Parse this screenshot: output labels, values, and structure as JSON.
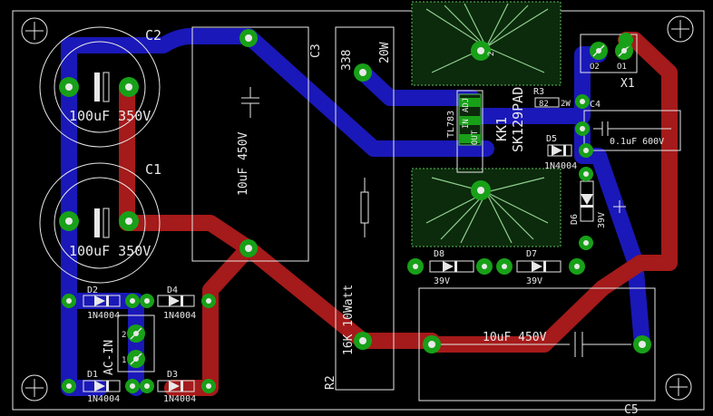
{
  "labels": {
    "c2_name": "C2",
    "c2_value": "100uF 350V",
    "c1_name": "C1",
    "c1_value": "100uF 350V",
    "c3_name": "C3",
    "c3_value": "10uF 450V",
    "r338": "338",
    "r20w": "20W",
    "r2_name": "R2",
    "r2_value": "16K 10Watt",
    "tl783": "TL783",
    "pin_adj": "ADJ",
    "pin_in": "IN",
    "pin_out": "OUT",
    "kk1": "KK1",
    "sk129pad": "SK129PAD",
    "r3_name": "R3",
    "r3_value": "82",
    "pin_2w": "2W",
    "c4_name": "C4",
    "c4_value": "0.1uF 600V",
    "d5_name": "D5",
    "d5_value": "1N4004",
    "d6_name": "D6",
    "d6_value": "39V",
    "x1_name": "X1",
    "x1_pin1": "O2",
    "x1_pin2": "O1",
    "d8_name": "D8",
    "d8_value": "39V",
    "d7_name": "D7",
    "d7_value": "39V",
    "c5_name": "C5",
    "c5_value": "10uF 450V",
    "d2_name": "D2",
    "d2_value": "1N4004",
    "d4_name": "D4",
    "d4_value": "1N4004",
    "d1_name": "D1",
    "d1_value": "1N4004",
    "d3_name": "D3",
    "d3_value": "1N4004",
    "acin": "AC-IN",
    "acin_pin2": "2",
    "acin_pin1": "1",
    "pin_2": "2"
  },
  "colors": {
    "background": "#000000",
    "top_copper": "#a51a1a",
    "bottom_copper": "#1a18b8",
    "pad": "#18a018",
    "silkscreen": "#e8e8e8"
  }
}
